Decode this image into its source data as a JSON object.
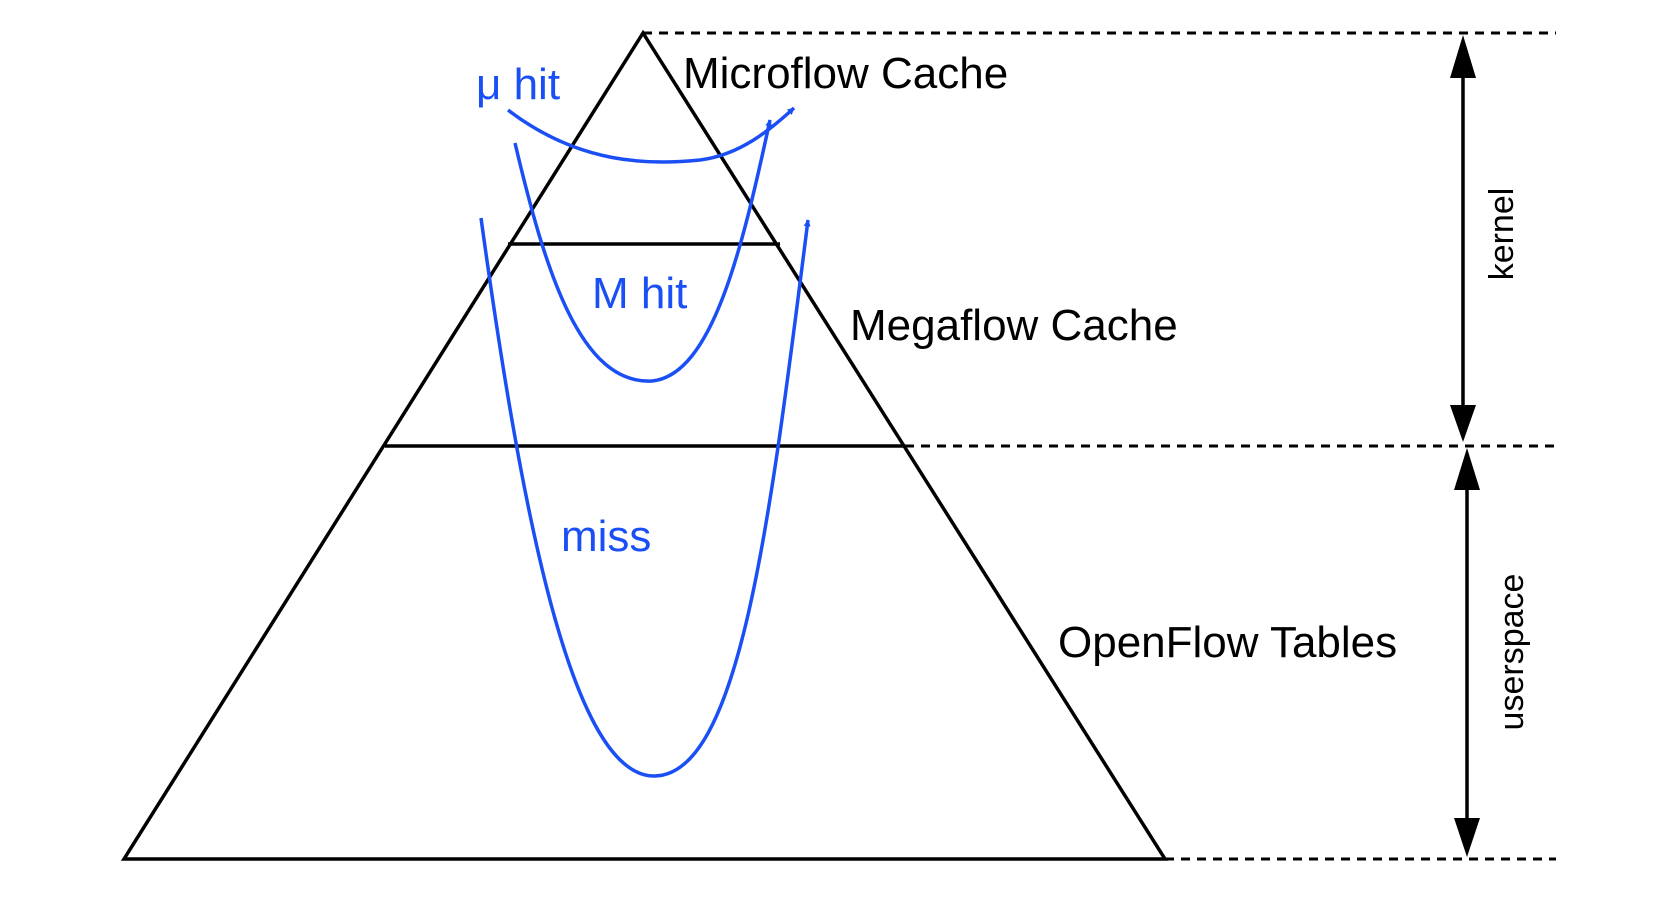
{
  "colors": {
    "outline": "#000000",
    "flow": "#1a4ff5"
  },
  "layers": {
    "microflow": "Microflow Cache",
    "megaflow": "Megaflow Cache",
    "openflow": "OpenFlow Tables"
  },
  "paths": {
    "micro_hit": "μ hit",
    "mega_hit": "M hit",
    "miss": "miss"
  },
  "regions": {
    "kernel": "kernel",
    "userspace": "userspace"
  }
}
